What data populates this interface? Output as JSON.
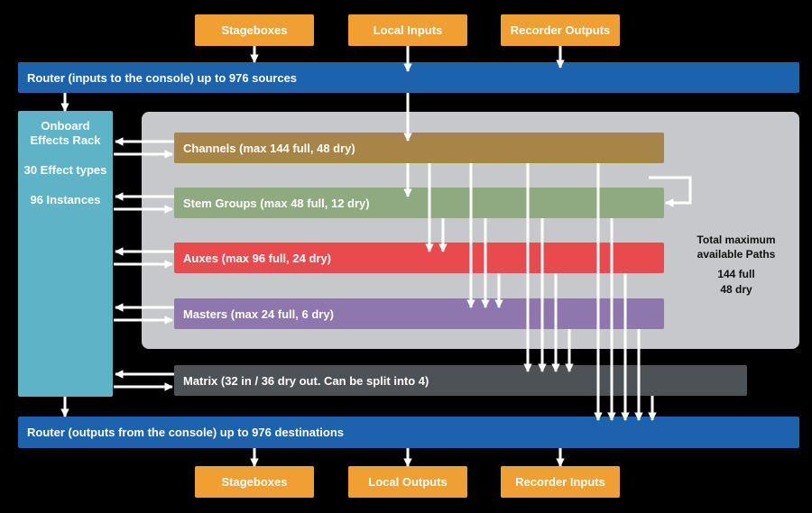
{
  "top_boxes": [
    "Stageboxes",
    "Local Inputs",
    "Recorder Outputs"
  ],
  "bottom_boxes": [
    "Stageboxes",
    "Local Outputs",
    "Recorder Inputs"
  ],
  "router_in": "Router (inputs to the console) up to 976 sources",
  "router_out": "Router (outputs from the console) up to 976 destinations",
  "effects": {
    "title1": "Onboard",
    "title2": "Effects Rack",
    "types": "30 Effect types",
    "instances": "96 Instances"
  },
  "buses": {
    "channels": "Channels (max 144 full, 48 dry)",
    "stems": "Stem Groups (max 48 full, 12 dry)",
    "auxes": "Auxes (max 96 full, 24 dry)",
    "masters": "Masters (max 24 full, 6 dry)",
    "matrix": "Matrix (32 in / 36 dry out. Can be split into 4)"
  },
  "total": {
    "line1": "Total maximum",
    "line2": "available Paths",
    "line3": "144 full",
    "line4": "48 dry"
  },
  "colors": {
    "orange": "#f0a033",
    "router": "#1d62ad",
    "effects": "#5fb3c6",
    "channels": "#a78548",
    "stems": "#8faa80",
    "auxes": "#e84a4e",
    "masters": "#8e77ad",
    "matrix": "#4d5257",
    "panel": "#c6c8cc"
  }
}
